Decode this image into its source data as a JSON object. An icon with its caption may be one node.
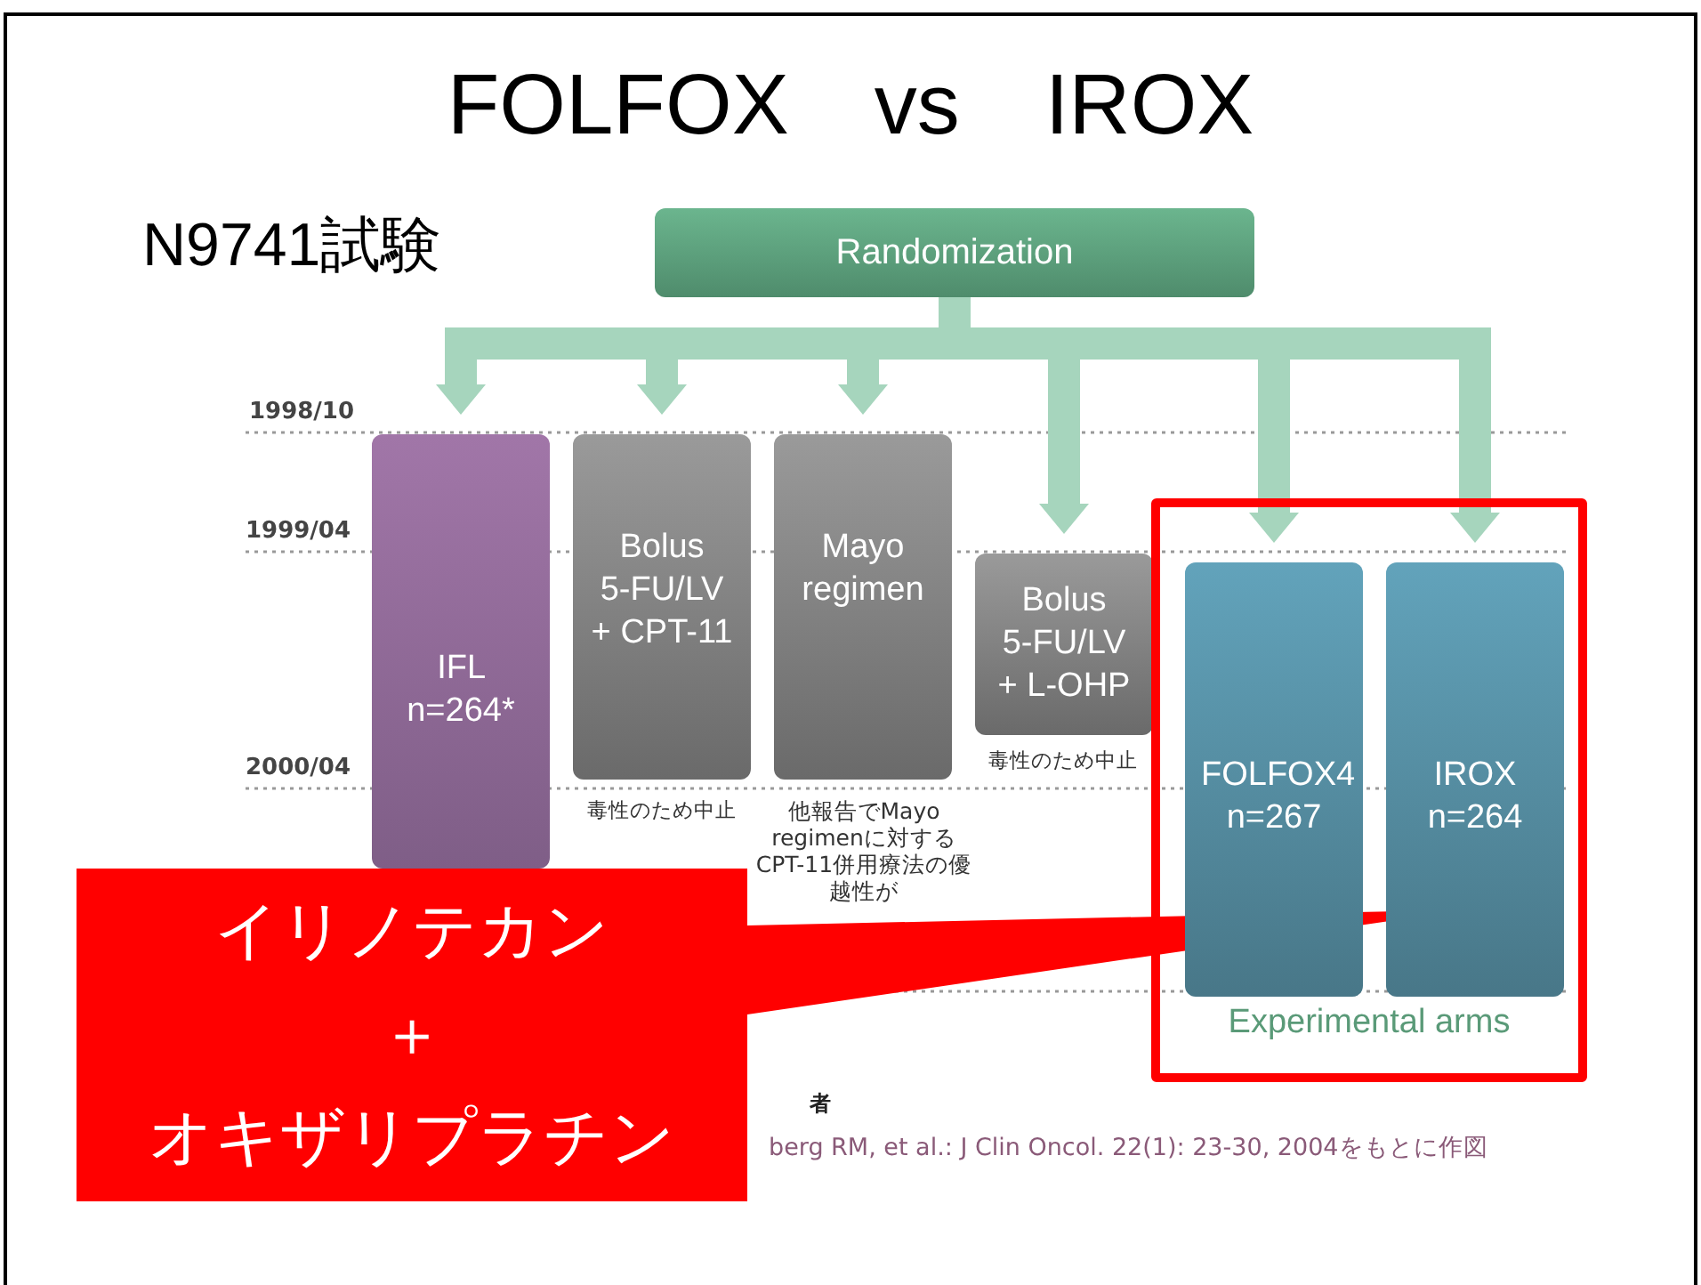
{
  "diagram": {
    "title": "FOLFOX　vs　IROX",
    "nodes": [
      {
        "text": [
          "Randomization"
        ]
      },
      {
        "text": [
          "IFL n=264*"
        ]
      },
      {
        "text": [
          "Bolus 5-FU/LV + CPT-11"
        ],
        "beside": [
          "毒性のため中止"
        ]
      },
      {
        "text": [
          "Mayo regimen"
        ]
      },
      {
        "text": [
          "Bolus 5-FU/LV + L-OHP"
        ],
        "beside": [
          "毒性のため中止"
        ]
      },
      {
        "text": [
          "Experimental arms"
        ]
      },
      {
        "text": [
          "FOLFOX4 n=267"
        ],
        "in": 5
      },
      {
        "text": [
          "IROX n=264"
        ],
        "in": 5
      },
      {
        "text": [
          "イリノテカン",
          "＋",
          "オキザリプラチン"
        ]
      }
    ],
    "edges": [
      {
        "from": 0,
        "to": 1,
        "arrow": "to"
      },
      {
        "from": 0,
        "to": 2,
        "arrow": "to"
      },
      {
        "from": 0,
        "to": 3,
        "arrow": "to"
      },
      {
        "from": 0,
        "to": 4,
        "arrow": "to"
      },
      {
        "from": 0,
        "to": 6,
        "arrow": "to"
      },
      {
        "from": 0,
        "to": 7,
        "arrow": "to"
      },
      {
        "from": 8,
        "to": 7,
        "arrow": "none",
        "color": "#ff0000"
      }
    ],
    "labels": [
      "N9741試験",
      "1998/10",
      "1999/04",
      "2000/04",
      "他報告でMayo regimenに対するCPT-11併用療法の優越性が",
      "者",
      "berg RM, et al.: J Clin Oncol. 22(1): 23-30, 2004をもとに作図"
    ]
  }
}
